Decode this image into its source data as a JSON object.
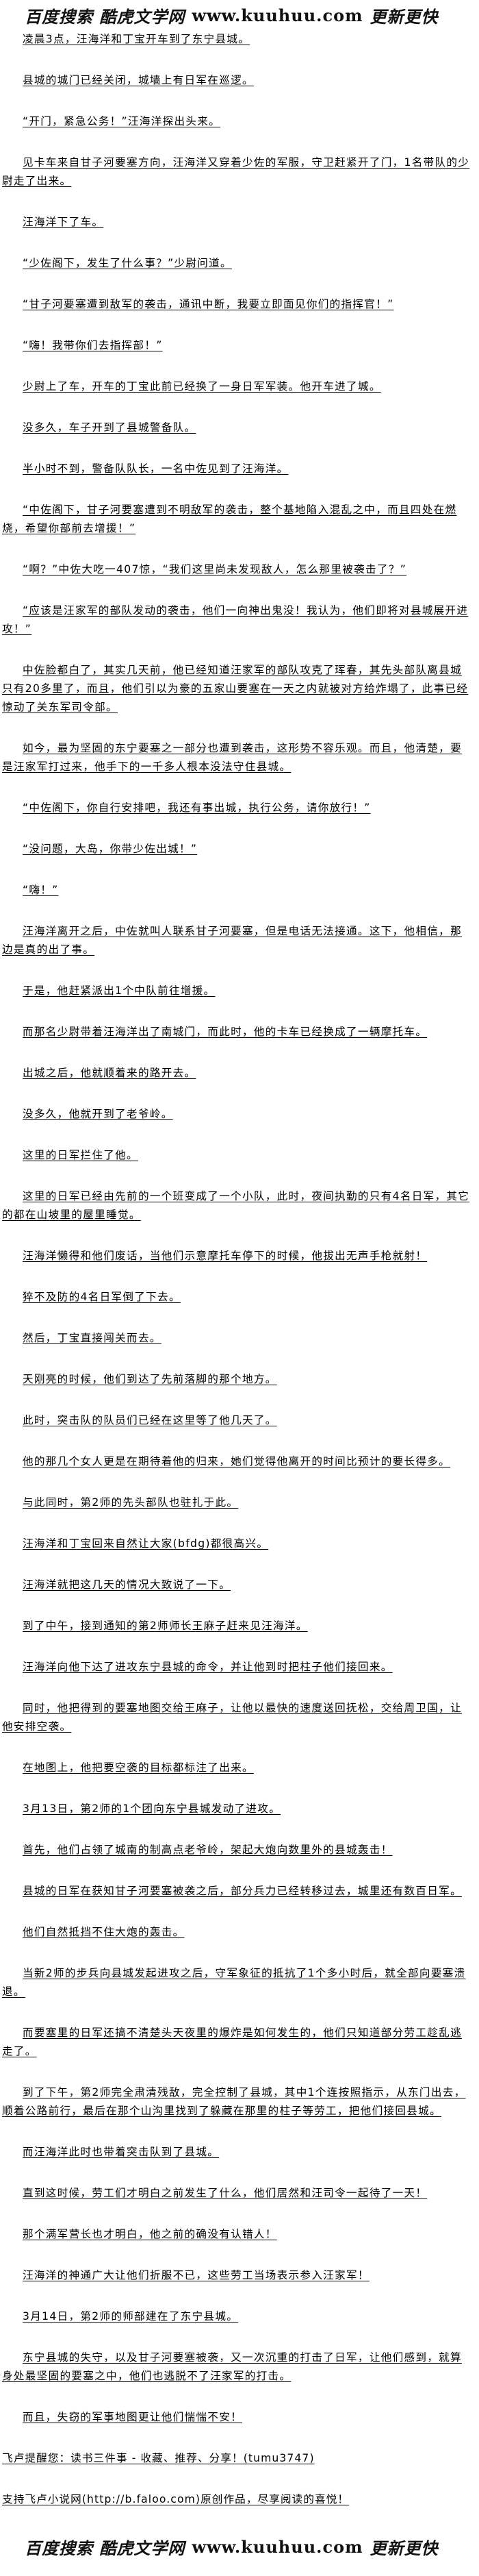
{
  "header_logo": {
    "cn_left": "百度搜索 酷虎文学网",
    "url": "www.kuuhuu.com",
    "cn_right": "更新更快"
  },
  "paragraphs": [
    "凌晨3点，汪海洋和丁宝开车到了东宁县城。",
    "县城的城门已经关闭，城墙上有日军在巡逻。",
    "“开门，紧急公务！”汪海洋探出头来。",
    "见卡车来自甘子河要塞方向，汪海洋又穿着少佐的军服，守卫赶紧开了门，1名带队的少尉走了出来。",
    "汪海洋下了车。",
    "“少佐阁下，发生了什么事？”少尉问道。",
    "“甘子河要塞遭到敌军的袭击，通讯中断，我要立即面见你们的指挥官！”",
    "“嗨！我带你们去指挥部！”",
    "少尉上了车，开车的丁宝此前已经换了一身日军军装。他开车进了城。",
    "没多久，车子开到了县城警备队。",
    "半小时不到，警备队队长，一名中佐见到了汪海洋。",
    "“中佐阁下，甘子河要塞遭到不明敌军的袭击，整个基地陷入混乱之中，而且四处在燃烧，希望你部前去增援！”",
    "“啊？”中佐大吃一407惊，“我们这里尚未发现敌人，怎么那里被袭击了？”",
    "“应该是汪家军的部队发动的袭击，他们一向神出鬼没！我认为，他们即将对县城展开进攻！”",
    "中佐脸都白了，其实几天前，他已经知道汪家军的部队攻克了珲春，其先头部队离县城只有20多里了，而且，他们引以为豪的五家山要塞在一天之内就被对方给炸塌了，此事已经惊动了关东军司令部。",
    "如今，最为坚固的东宁要塞之一部分也遭到袭击，这形势不容乐观。而且，他清楚，要是汪家军打过来，他手下的一千多人根本没法守住县城。",
    "“中佐阁下，你自行安排吧，我还有事出城，执行公务，请你放行！”",
    "“没问题，大岛，你带少佐出城！”",
    "“嗨！”",
    "汪海洋离开之后，中佐就叫人联系甘子河要塞，但是电话无法接通。这下，他相信，那边是真的出了事。",
    "于是，他赶紧派出1个中队前往增援。",
    "而那名少尉带着汪海洋出了南城门，而此时，他的卡车已经换成了一辆摩托车。",
    "出城之后，他就顺着来的路开去。",
    "没多久，他就开到了老爷岭。",
    "这里的日军拦住了他。",
    "这里的日军已经由先前的一个班变成了一个小队，此时，夜间执勤的只有4名日军，其它的都在山坡里的屋里睡觉。",
    "汪海洋懒得和他们废话，当他们示意摩托车停下的时候，他拔出无声手枪就射！",
    "猝不及防的4名日军倒了下去。",
    "然后，丁宝直接闯关而去。",
    "天刚亮的时候，他们到达了先前落脚的那个地方。",
    "此时，突击队的队员们已经在这里等了他几天了。",
    "他的那几个女人更是在期待着他的归来，她们觉得他离开的时间比预计的要长得多。",
    "与此同时，第2师的先头部队也驻扎于此。",
    "汪海洋和丁宝回来自然让大家(bfdg)都很高兴。",
    "汪海洋就把这几天的情况大致说了一下。",
    "到了中午，接到通知的第2师师长王麻子赶来见汪海洋。",
    "汪海洋向他下达了进攻东宁县城的命令，并让他到时把柱子他们接回来。",
    "同时，他把得到的要塞地图交给王麻子，让他以最快的速度送回抚松，交给周卫国，让他安排空袭。",
    "在地图上，他把要空袭的目标都标注了出来。",
    "3月13日，第2师的1个团向东宁县城发动了进攻。",
    "首先，他们占领了城南的制高点老爷岭，架起大炮向数里外的县城轰击！",
    "县城的日军在获知甘子河要塞被袭之后，部分兵力已经转移过去，城里还有数百日军。",
    "他们自然抵挡不住大炮的轰击。",
    "当新2师的步兵向县城发起进攻之后，守军象征的抵抗了1个多小时后，就全部向要塞溃退。",
    "而要塞里的日军还搞不清楚头天夜里的爆炸是如何发生的，他们只知道部分劳工趁乱逃走了。",
    "到了下午，第2师完全肃清残敌，完全控制了县城，其中1个连按照指示，从东门出去，顺着公路前行，最后在那个山沟里找到了躲藏在那里的柱子等劳工，把他们接回县城。",
    "而汪海洋此时也带着突击队到了县城。",
    "直到这时候，劳工们才明白之前发生了什么，他们居然和汪司令一起待了一天！",
    "那个满军营长也才明白，他之前的确没有认错人！",
    "汪海洋的神通广大让他们折服不已，这些劳工当场表示参入汪家军！",
    "3月14日，第2师的师部建在了东宁县城。",
    "东宁县城的失守，以及甘子河要塞被袭，又一次沉重的打击了日军，让他们感到，就算身处最坚固的要塞之中，他们也逃脱不了汪家军的打击。",
    "而且，失窃的军事地图更让他们惴惴不安！"
  ],
  "notes": [
    "飞卢提醒您：读书三件事 - 收藏、推荐、分享！(tumu3747)",
    "支持飞卢小说网(http://b.faloo.com)原创作品，尽享阅读的喜悦！"
  ],
  "footer_logo": {
    "cn_left": "百度搜索 酷虎文学网",
    "url": "www.kuuhuu.com",
    "cn_right": "更新更快"
  }
}
